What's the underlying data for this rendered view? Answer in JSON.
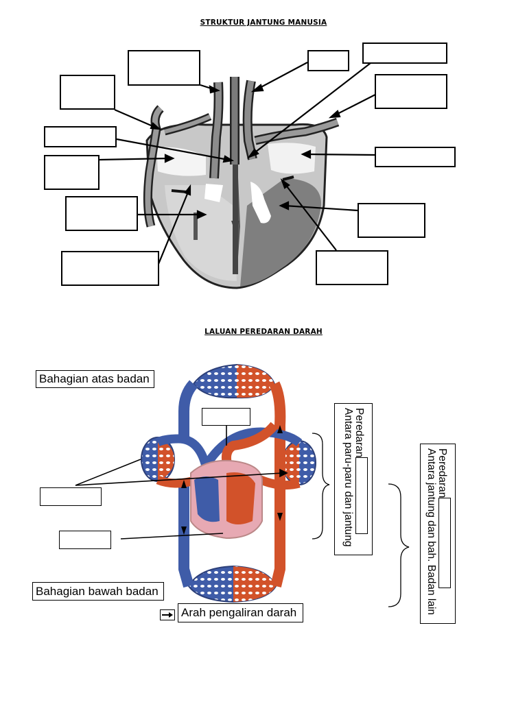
{
  "heart_section": {
    "title": "STRUKTUR JANTUNG MANUSIA"
  },
  "circulation_section": {
    "title": "LALUAN PEREDARAN DARAH",
    "upper_body_label": "Bahagian atas badan",
    "lower_body_label": "Bahagian bawah badan",
    "legend_label": "Arah pengaliran darah",
    "pulmonary_box": {
      "line1": "Peredaran",
      "line2": "Antara paru-paru dan jantung"
    },
    "systemic_box": {
      "line1": "Peredaran",
      "line2": "Antara jantung dan bah. Badan lain"
    }
  },
  "colors": {
    "oxygenated": "#d2522a",
    "deoxygenated": "#3f5ca8",
    "heart_pink": "#e7a9b3",
    "heart_gray": "#b9b9b9"
  }
}
